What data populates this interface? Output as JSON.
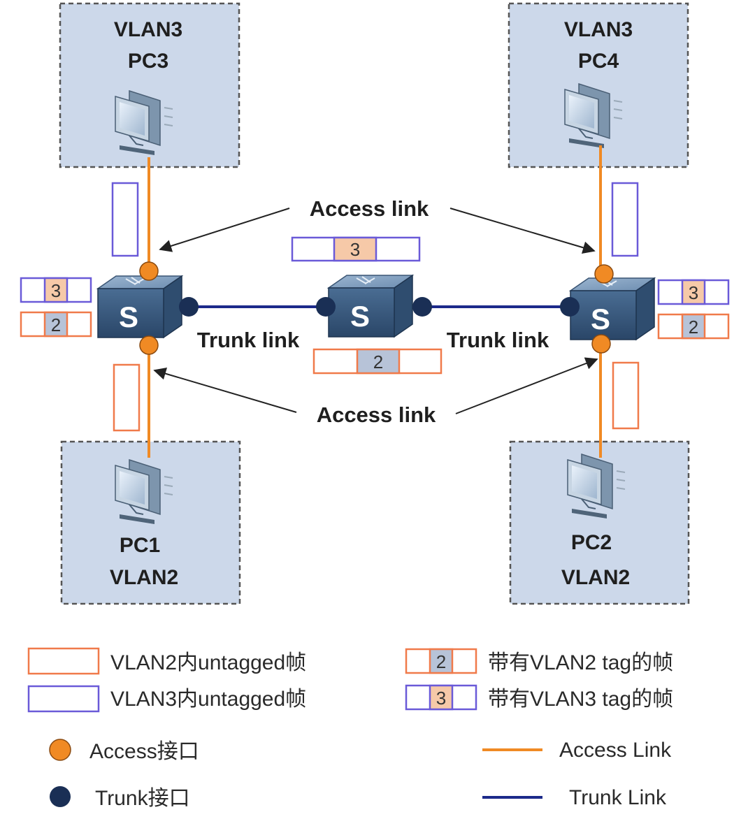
{
  "pcs": {
    "pc3": {
      "vlan": "VLAN3",
      "name": "PC3"
    },
    "pc4": {
      "vlan": "VLAN3",
      "name": "PC4"
    },
    "pc1": {
      "name": "PC1",
      "vlan": "VLAN2"
    },
    "pc2": {
      "name": "PC2",
      "vlan": "VLAN2"
    }
  },
  "links": {
    "access_top": "Access link",
    "access_bottom": "Access link",
    "trunk_left": "Trunk link",
    "trunk_right": "Trunk link"
  },
  "switch_glyph": "S",
  "tags": {
    "vlan2": "2",
    "vlan3": "3"
  },
  "legend": {
    "vlan2_untagged": "VLAN2内untagged帧",
    "vlan3_untagged": "VLAN3内untagged帧",
    "vlan2_tagged": "带有VLAN2 tag的帧",
    "vlan3_tagged": "带有VLAN3 tag的帧",
    "access_port": "Access接口",
    "trunk_port": "Trunk接口",
    "access_line": "Access Link",
    "trunk_line": "Trunk Link"
  },
  "colors": {
    "access": "#f08a24",
    "trunk": "#1c2a8a",
    "vlan2_frame": "#f07a4a",
    "vlan3_frame": "#6a5ad8",
    "pc_box_fill": "#ccd8ea",
    "tag3_fill": "#f6c9a8",
    "tag2_fill": "#b7c3d8",
    "trunk_port_fill": "#1a2f55"
  }
}
